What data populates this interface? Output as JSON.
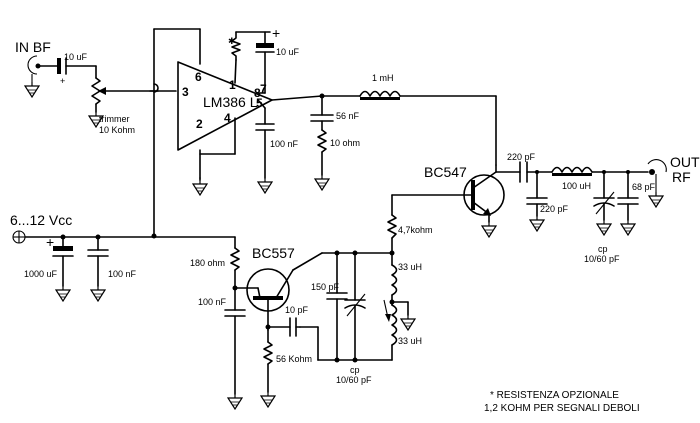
{
  "labels": {
    "in_bf": "IN BF",
    "cap_in": "10 uF",
    "plus_in": "+",
    "trimmer1": "trimmer",
    "trimmer2": "10 Kohm",
    "ic": "LM386 L",
    "pin3": "3",
    "pin6": "6",
    "pin1": "1",
    "pin8": "8",
    "pin7": "7",
    "pin5": "5",
    "pin2": "2",
    "pin4": "4",
    "star": "✱",
    "cap_top": "10 uF",
    "plus_top": "+",
    "cap_100n_a": "100 nF",
    "inductor_1mh": "1 mH",
    "cap_56n": "56 nF",
    "res_10ohm": "10 ohm",
    "q_bc547": "BC547",
    "cap_220p_a": "220 pF",
    "cap_220p_b": "220 pF",
    "ind_100uh": "100 uH",
    "cap_68p": "68 pF",
    "cp_a": "cp",
    "cp_a2": "10/60 pF",
    "out_rf1": "OUT",
    "out_rf2": "RF",
    "vcc": "6...12 Vcc",
    "cap_1000u": "1000 uF",
    "plus_1000u": "+",
    "cap_100n_b": "100 nF",
    "res_180": "180 ohm",
    "q_bc557": "BC557",
    "cap_100n_c": "100 nF",
    "res_47k": "4,7kohm",
    "cap_150p": "150 pF",
    "ind_33uh_a": "33 uH",
    "ind_33uh_b": "33  uH",
    "cap_10p": "10 pF",
    "res_56k": "56 Kohm",
    "cp_b": "cp",
    "cp_b2": "10/60 pF",
    "note1": "* RESISTENZA OPZIONALE",
    "note2": "1,2 KOHM PER SEGNALI DEBOLI"
  }
}
